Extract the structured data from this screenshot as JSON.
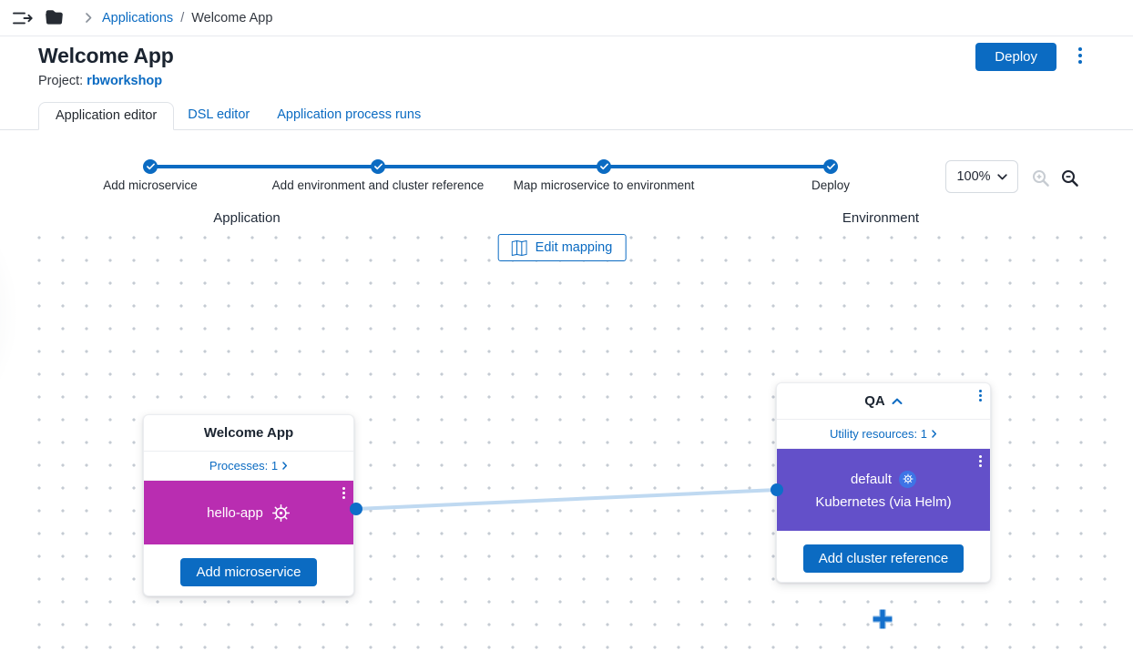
{
  "colors": {
    "primary": "#0B6BC2",
    "microservice_block": "#B92DB1",
    "cluster_block": "#6350C9",
    "connection_line": "#BFD9F1",
    "grid_dot": "#C5CBD3"
  },
  "breadcrumb": {
    "link": "Applications",
    "separator": "/",
    "current": "Welcome App"
  },
  "header": {
    "title": "Welcome App",
    "project_label": "Project:",
    "project_name": "rbworkshop",
    "deploy_button": "Deploy"
  },
  "tabs": [
    {
      "label": "Application editor",
      "active": true
    },
    {
      "label": "DSL editor",
      "active": false
    },
    {
      "label": "Application process runs",
      "active": false
    }
  ],
  "stepper": {
    "steps": [
      {
        "label": "Add microservice",
        "completed": true
      },
      {
        "label": "Add environment and cluster reference",
        "completed": true
      },
      {
        "label": "Map microservice to environment",
        "completed": true
      },
      {
        "label": "Deploy",
        "completed": true
      }
    ]
  },
  "zoom_toolbar": {
    "zoom_level": "100%",
    "zoom_in_icon": "magnifier-plus (disabled)",
    "zoom_out_icon": "magnifier-minus"
  },
  "canvas": {
    "application_column_label": "Application",
    "environment_column_label": "Environment",
    "edit_mapping_button": "Edit mapping",
    "application_card": {
      "title": "Welcome App",
      "processes_link": "Processes: 1",
      "microservice": {
        "name": "hello-app",
        "icon": "helm-icon"
      },
      "add_button": "Add microservice"
    },
    "environment_card": {
      "title": "QA",
      "utility_resources_link": "Utility resources: 1",
      "cluster": {
        "name": "default",
        "icon": "kubernetes-icon",
        "subtitle": "Kubernetes (via Helm)"
      },
      "add_button": "Add cluster reference"
    },
    "add_environment_icon": "plus-icon"
  }
}
